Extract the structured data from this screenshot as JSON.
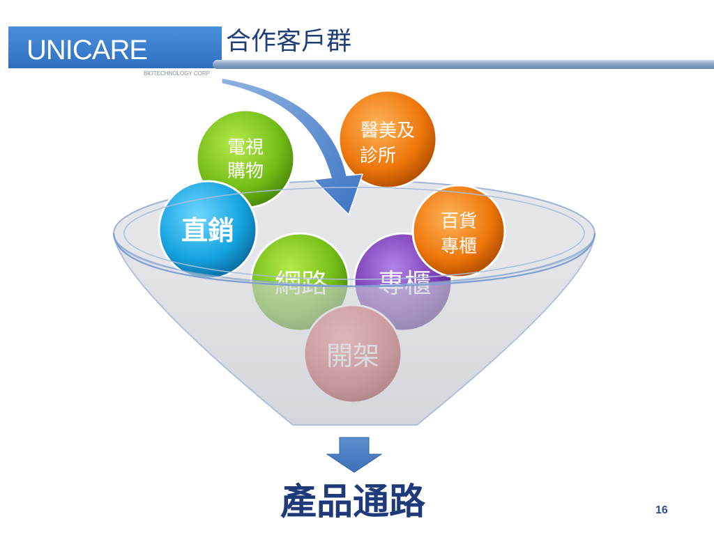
{
  "header": {
    "logo_text": "UNICARE",
    "logo_subtitle": "BIOTECHNOLOGY CORP",
    "title": "合作客戶群"
  },
  "diagram": {
    "bubbles": {
      "tv_shopping": {
        "line1": "電視",
        "line2": "購物"
      },
      "direct_sales": {
        "label": "直銷"
      },
      "clinic": {
        "line1": "醫美及",
        "line2": "診所"
      },
      "department_store": {
        "line1": "百貨",
        "line2": "專櫃"
      },
      "online": {
        "label": "網路"
      },
      "counter": {
        "label": "專櫃"
      },
      "shelf": {
        "label": "開架"
      }
    },
    "result_label": "產品通路"
  },
  "footer": {
    "page_number": "16"
  },
  "colors": {
    "brand_blue": "#3a7fd0",
    "title_navy": "#1f3f7a",
    "green": "#7cc21e",
    "cyan": "#1aa7e0",
    "orange": "#ee7a0c",
    "purple": "#7b3fb8",
    "red": "#d45a5a"
  }
}
